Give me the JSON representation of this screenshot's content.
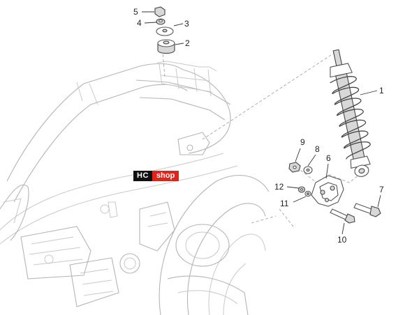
{
  "logo": {
    "part1": "HC",
    "part2": "shop",
    "colors": {
      "part1_bg": "#111111",
      "part2_bg": "#e2231a"
    }
  },
  "callouts": [
    {
      "id": "1",
      "text": "1"
    },
    {
      "id": "2",
      "text": "2"
    },
    {
      "id": "3",
      "text": "3"
    },
    {
      "id": "4",
      "text": "4"
    },
    {
      "id": "5",
      "text": "5"
    },
    {
      "id": "6",
      "text": "6"
    },
    {
      "id": "7",
      "text": "7"
    },
    {
      "id": "8",
      "text": "8"
    },
    {
      "id": "9",
      "text": "9"
    },
    {
      "id": "10",
      "text": "10"
    },
    {
      "id": "11",
      "text": "11"
    },
    {
      "id": "12",
      "text": "12"
    }
  ]
}
